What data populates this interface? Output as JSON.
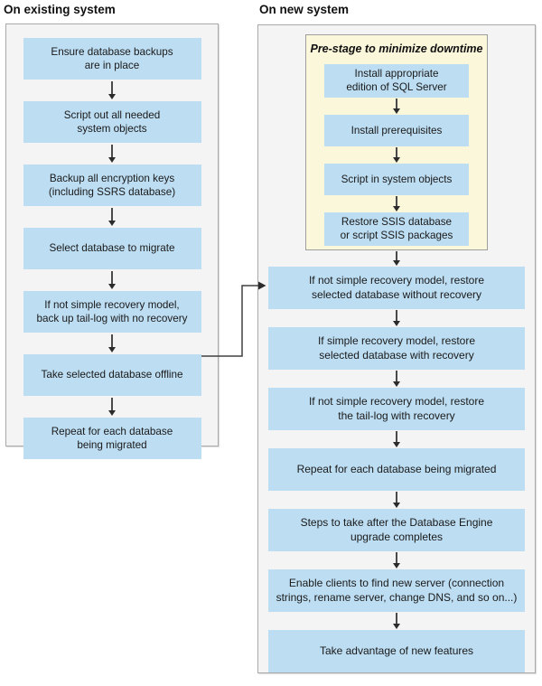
{
  "left": {
    "title": "On existing system",
    "steps": [
      "Ensure database backups\nare in place",
      "Script out all needed\nsystem objects",
      "Backup all encryption keys\n(including SSRS database)",
      "Select database to migrate",
      "If not simple recovery model,\nback up tail-log with no recovery",
      "Take selected database offline",
      "Repeat for each database\nbeing migrated"
    ]
  },
  "right": {
    "title": "On new system",
    "prestage": {
      "title": "Pre-stage to minimize downtime",
      "steps": [
        "Install appropriate\nedition of SQL Server",
        "Install prerequisites",
        "Script in system objects",
        "Restore SSIS database\nor script SSIS packages"
      ]
    },
    "steps": [
      "If not simple recovery model, restore\nselected database without recovery",
      "If simple recovery model, restore\nselected database with recovery",
      "If not simple recovery model, restore\nthe tail-log with recovery",
      "Repeat for each database being migrated",
      "Steps to take after the Database Engine\nupgrade completes",
      "Enable clients to find new server (connection\nstrings, rename server, change DNS, and so on...)",
      "Take advantage of new features"
    ]
  },
  "colors": {
    "step_fill": "#bdddf2",
    "panel_fill": "#f4f4f4",
    "panel_border": "#a9a9a9",
    "prestage_fill": "#fbf7da",
    "prestage_border": "#9e9e9e",
    "arrow": "#2b2b2b",
    "text": "#1a1a1a"
  }
}
